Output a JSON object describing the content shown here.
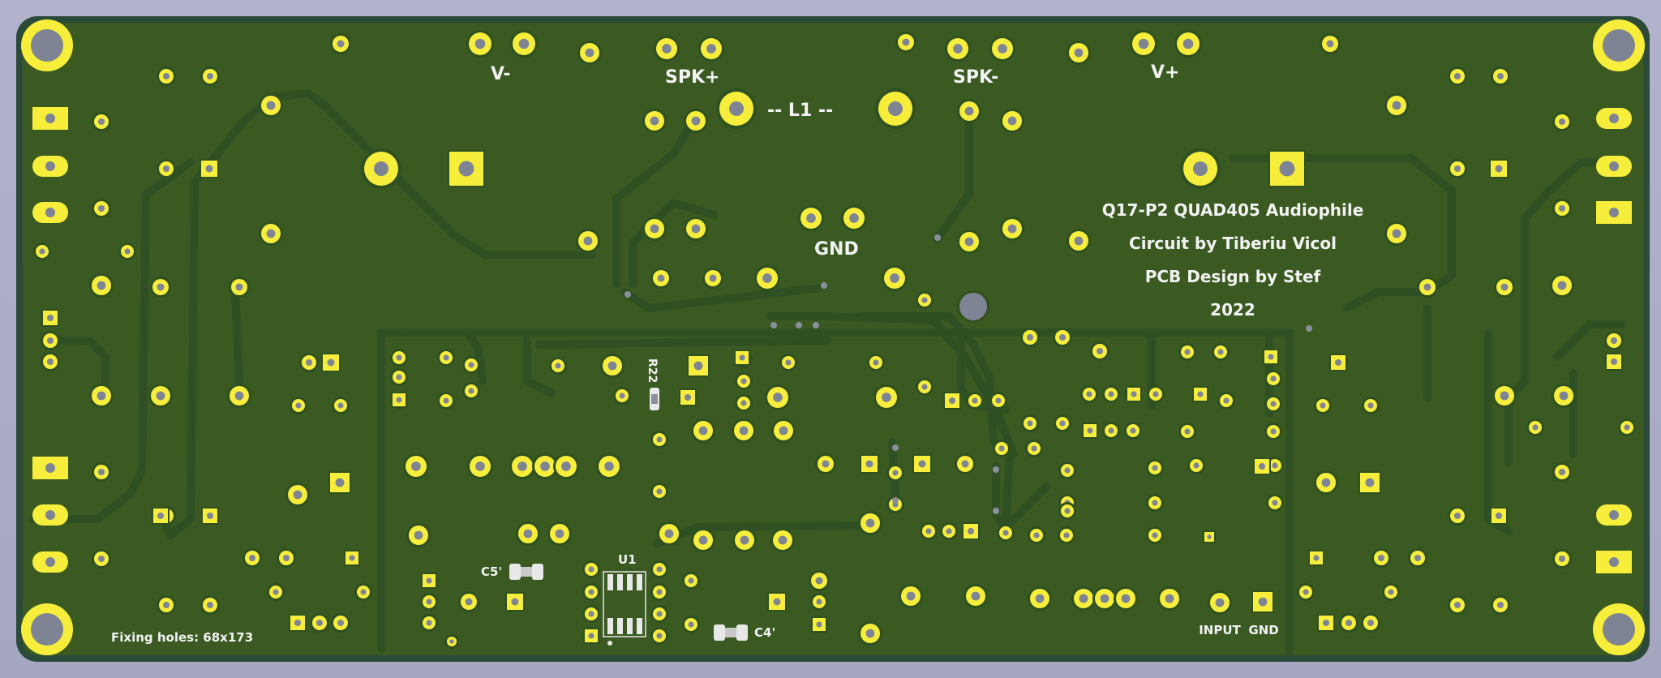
{
  "board": {
    "title_line": "Q17-P2 QUAD405 Audiophile",
    "credit_circuit": "Circuit by Tiberiu Vicol",
    "credit_pcb": "PCB Design by Stef",
    "year": "2022",
    "fixing_holes": "Fixing holes: 68x173"
  },
  "labels": {
    "v_minus": "V-",
    "spk_plus": "SPK+",
    "l1": "-- L1 --",
    "spk_minus": "SPK-",
    "v_plus": "V+",
    "gnd_top": "GND",
    "r22": "R22",
    "u1": "U1",
    "c5": "C5'",
    "c4": "C4'",
    "input": "INPUT",
    "gnd_bottom": "GND"
  },
  "colors": {
    "background": "#a9abc4",
    "board": "#3a5a22",
    "edge": "#2c4a3a",
    "pad": "#f6ee3a",
    "drill": "#7f8494",
    "trace": "#2e5023",
    "silkscreen": "#f2f2f2"
  }
}
